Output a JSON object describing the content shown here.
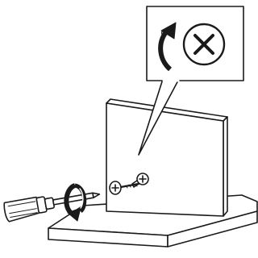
{
  "diagram": {
    "callout": {
      "icon": "counterclockwise-arrow-icon",
      "symbol": "x-mark-circle-icon",
      "meaning": "do-not-turn"
    },
    "screwdriver": {
      "icon": "screwdriver-icon"
    },
    "rotation": {
      "icon": "clockwise-rotation-arrow-icon"
    },
    "screw": {
      "icon": "screw-icon"
    },
    "cam_lock": {
      "icon": "cam-lock-icon"
    },
    "panel": {
      "icon": "panel-board"
    },
    "base": {
      "icon": "base-board"
    },
    "colors": {
      "line": "#1a1a1a",
      "fill": "#ffffff",
      "shade": "#d9d9d9"
    }
  }
}
